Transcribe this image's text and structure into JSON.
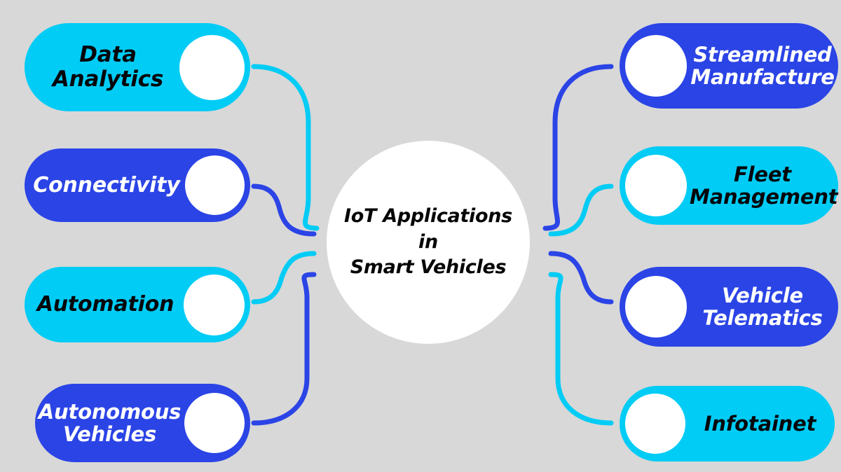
{
  "diagram": {
    "title": "IoT Applications in Smart Vehicles",
    "background_color": "#d8d8d8",
    "palette": {
      "cyan": "#00ccf5",
      "blue": "#2b44e6",
      "white": "#ffffff",
      "dark_text": "#04060a"
    }
  },
  "center": {
    "label": "IoT Applications\nin\nSmart Vehicles",
    "shape": "circle",
    "fill": "#ffffff",
    "text_color": "#060606"
  },
  "branches": {
    "left": [
      {
        "id": "data-analytics",
        "label": "Data\nAnalytics",
        "color": "#00ccf5",
        "text_color": "#04060a",
        "connector_color": "#00ccf5"
      },
      {
        "id": "connectivity",
        "label": "Connectivity",
        "color": "#2b44e6",
        "text_color": "#ffffff",
        "connector_color": "#2b44e6"
      },
      {
        "id": "automation",
        "label": "Automation",
        "color": "#00ccf5",
        "text_color": "#04060a",
        "connector_color": "#00ccf5"
      },
      {
        "id": "autonomous-vehicles",
        "label": "Autonomous\nVehicles",
        "color": "#2b44e6",
        "text_color": "#ffffff",
        "connector_color": "#2b44e6"
      }
    ],
    "right": [
      {
        "id": "streamlined-manufacture",
        "label": "Streamlined\nManufacture",
        "color": "#2b44e6",
        "text_color": "#ffffff",
        "connector_color": "#2b44e6"
      },
      {
        "id": "fleet-management",
        "label": "Fleet\nManagement",
        "color": "#00ccf5",
        "text_color": "#04060a",
        "connector_color": "#00ccf5"
      },
      {
        "id": "vehicle-telematics",
        "label": "Vehicle\nTelematics",
        "color": "#2b44e6",
        "text_color": "#ffffff",
        "connector_color": "#2b44e6"
      },
      {
        "id": "infotainet",
        "label": "Infotainet",
        "color": "#00ccf5",
        "text_color": "#04060a",
        "connector_color": "#00ccf5"
      }
    ]
  }
}
